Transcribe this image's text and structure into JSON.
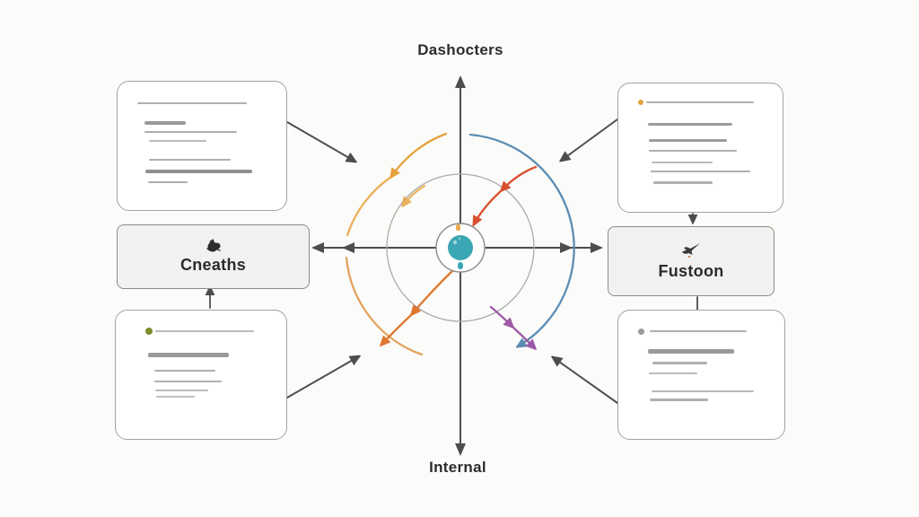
{
  "diagram": {
    "axis": {
      "top_label": "Dashocters",
      "bottom_label": "Internal"
    },
    "nodes": {
      "left": {
        "label": "Cneaths"
      },
      "right": {
        "label": "Fustoon"
      }
    },
    "center": {
      "shape": "teal-hub-circle"
    }
  },
  "colors": {
    "hub": "#3BA6B4",
    "gold": "#E6A23C",
    "orange": "#E0762E",
    "red": "#D8502F",
    "blue": "#5B8DB4",
    "purple": "#9C59A5",
    "arrow": "#4D4D4D",
    "green_bullet": "#7F8C2B",
    "orange_bullet": "#E6A23C",
    "gray_bullet": "#9A9A9A"
  }
}
